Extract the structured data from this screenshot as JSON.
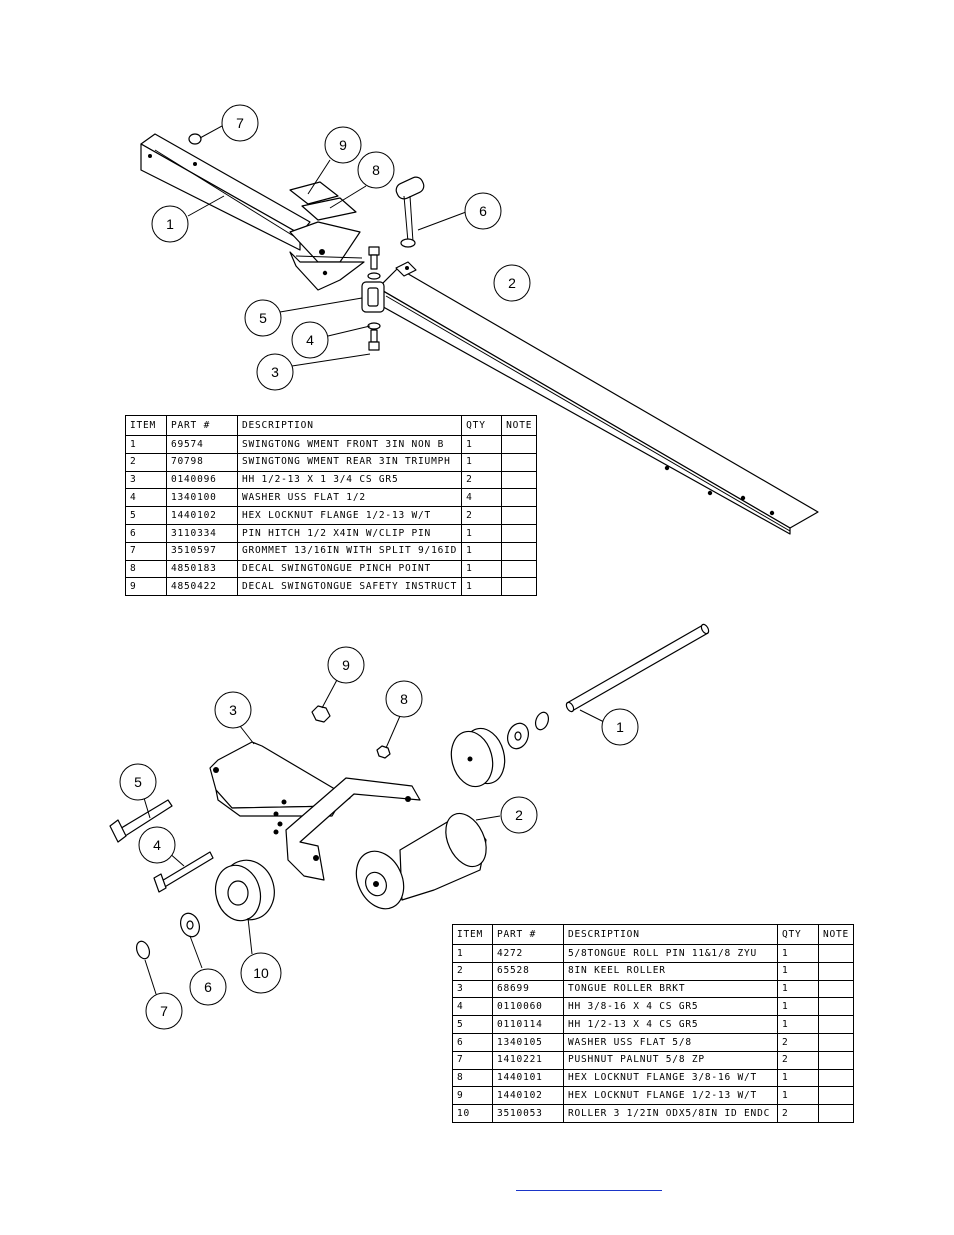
{
  "top_assembly": {
    "callouts": [
      "1",
      "2",
      "3",
      "4",
      "5",
      "6",
      "7",
      "8",
      "9"
    ],
    "table": {
      "headers": [
        "ITEM",
        "PART #",
        "DESCRIPTION",
        "QTY",
        "NOTE"
      ],
      "rows": [
        [
          "1",
          "69574",
          "SWINGTONG WMENT FRONT 3IN NON B",
          "1",
          ""
        ],
        [
          "2",
          "70798",
          "SWINGTONG WMENT REAR 3IN TRIUMPH",
          "1",
          ""
        ],
        [
          "3",
          "0140096",
          "HH 1/2-13 X 1 3/4 CS GR5",
          "2",
          ""
        ],
        [
          "4",
          "1340100",
          "WASHER USS FLAT 1/2",
          "4",
          ""
        ],
        [
          "5",
          "1440102",
          "HEX LOCKNUT FLANGE 1/2-13 W/T",
          "2",
          ""
        ],
        [
          "6",
          "3110334",
          "PIN HITCH 1/2 X4IN W/CLIP PIN",
          "1",
          ""
        ],
        [
          "7",
          "3510597",
          "GROMMET 13/16IN  WITH SPLIT 9/16ID",
          "1",
          ""
        ],
        [
          "8",
          "4850183",
          "DECAL SWINGTONGUE PINCH POINT",
          "1",
          ""
        ],
        [
          "9",
          "4850422",
          "DECAL SWINGTONGUE SAFETY INSTRUCT",
          "1",
          ""
        ]
      ]
    }
  },
  "bottom_assembly": {
    "callouts": [
      "1",
      "2",
      "3",
      "4",
      "5",
      "6",
      "7",
      "8",
      "9",
      "10"
    ],
    "table": {
      "headers": [
        "ITEM",
        "PART #",
        "DESCRIPTION",
        "QTY",
        "NOTE"
      ],
      "rows": [
        [
          "1",
          "4272",
          "5/8TONGUE ROLL PIN 11&1/8 ZYU",
          "1",
          ""
        ],
        [
          "2",
          "65528",
          "8IN KEEL ROLLER",
          "1",
          ""
        ],
        [
          "3",
          "68699",
          "TONGUE ROLLER BRKT",
          "1",
          ""
        ],
        [
          "4",
          "0110060",
          "HH 3/8-16 X 4 CS GR5",
          "1",
          ""
        ],
        [
          "5",
          "0110114",
          "HH 1/2-13 X 4 CS GR5",
          "1",
          ""
        ],
        [
          "6",
          "1340105",
          "WASHER USS FLAT 5/8",
          "2",
          ""
        ],
        [
          "7",
          "1410221",
          "PUSHNUT PALNUT 5/8 ZP",
          "2",
          ""
        ],
        [
          "8",
          "1440101",
          "HEX LOCKNUT FLANGE 3/8-16 W/T",
          "1",
          ""
        ],
        [
          "9",
          "1440102",
          "HEX LOCKNUT FLANGE 1/2-13 W/T",
          "1",
          ""
        ],
        [
          "10",
          "3510053",
          "ROLLER  3 1/2IN ODX5/8IN ID ENDC",
          "2",
          ""
        ]
      ]
    }
  }
}
